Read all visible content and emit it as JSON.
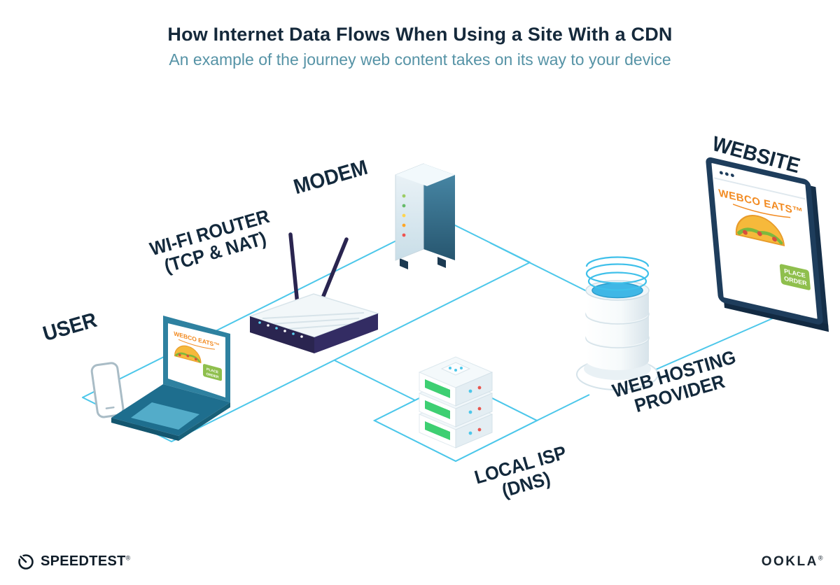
{
  "header": {
    "title": "How Internet Data Flows When Using a Site With a CDN",
    "subtitle": "An example of the journey web content takes on its way to your device"
  },
  "labels": {
    "user": "USER",
    "router_line1": "WI-FI ROUTER",
    "router_line2": "(TCP & NAT)",
    "modem": "MODEM",
    "isp_line1": "LOCAL ISP",
    "isp_line2": "(DNS)",
    "hosting_line1": "WEB HOSTING",
    "hosting_line2": "PROVIDER",
    "website": "WEBSITE"
  },
  "site": {
    "brand": "WEBCO EATS™",
    "cta_line1": "PLACE",
    "cta_line2": "ORDER"
  },
  "footer": {
    "speedtest": "SPEEDTEST",
    "speedtest_mark": "®",
    "ookla": "OOKLA",
    "ookla_mark": "®"
  },
  "colors": {
    "line_cyan": "#4CC7EA",
    "navy": "#15293B",
    "subtitle_teal": "#5693A6",
    "brand_orange": "#F28B22",
    "cta_green": "#8FBF4D",
    "vent_green": "#3ECF72",
    "laptop_teal": "#1E6E8E",
    "router_navy": "#2A2550"
  }
}
